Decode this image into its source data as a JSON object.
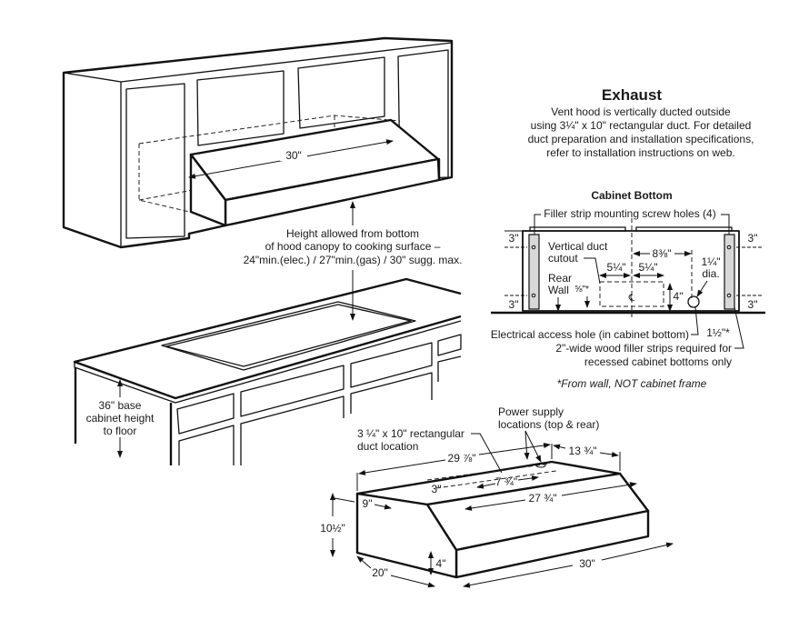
{
  "exhaust": {
    "title": "Exhaust",
    "lines": [
      "Vent hood is vertically ducted outside",
      "using 3¼\" x 10\" rectangular duct. For detailed",
      "duct preparation and installation specifications,",
      "refer to installation instructions on web."
    ]
  },
  "upper_cabinet": {
    "hood_width": "30\"",
    "height_note": [
      "Height allowed from bottom",
      "of hood canopy to cooking surface –",
      "24\"min.(elec.) / 27\"min.(gas) / 30\" sugg. max."
    ]
  },
  "base_cabinet": {
    "height_note": [
      "36\" base",
      "cabinet height",
      "to floor"
    ]
  },
  "cabinet_bottom": {
    "title": "Cabinet Bottom",
    "filler_holes": "Filler strip mounting screw holes (4)",
    "dim_3_tl": "3\"",
    "dim_3_bl": "3\"",
    "dim_3_tr": "3\"",
    "dim_3_br": "3\"",
    "duct_cutout": [
      "Vertical duct",
      "cutout"
    ],
    "dim_8_3_8": "8⅜\"",
    "dim_5_1_4_left": "5¼\"",
    "dim_5_1_4_right": "5¼\"",
    "dia_label": [
      "1¼\"",
      "dia."
    ],
    "rear_wall": [
      "Rear",
      "Wall"
    ],
    "dim_5_8": "⅝\"*",
    "centerline": "℄",
    "dim_4": "4\"",
    "electrical_hole": "Electrical access hole (in cabinet bottom)",
    "dim_1_1_2": "1½\"*",
    "filler_strips": [
      "2\"-wide wood filler strips required for",
      "recessed cabinet bottoms only"
    ],
    "footnote": "*From wall, NOT cabinet frame"
  },
  "hood": {
    "duct_location": [
      "3 ¼\" x 10\" rectangular",
      "duct location"
    ],
    "power_supply": [
      "Power supply",
      "locations (top & rear)"
    ],
    "dim_29_7_8": "29 ⅞\"",
    "dim_13_3_4": "13 ¾\"",
    "dim_7_3_4": "7 ¾\"",
    "dim_3": "3\"",
    "dim_27_3_4": "27 ¾\"",
    "dim_9": "9\"",
    "dim_10_1_2": "10½\"",
    "dim_20": "20\"",
    "dim_4": "4\"",
    "dim_30": "30\""
  }
}
